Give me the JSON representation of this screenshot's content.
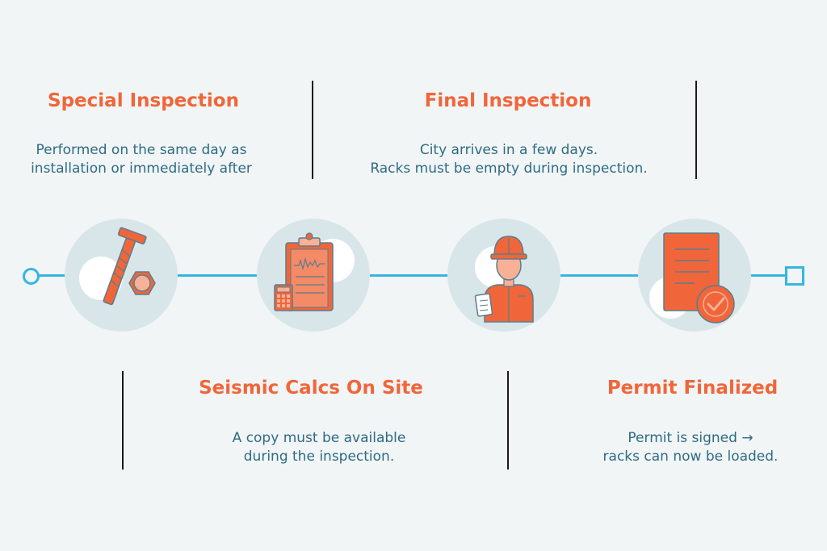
{
  "steps": [
    {
      "title": "Special Inspection",
      "desc_lines": [
        "Performed on the same day as",
        "installation or immediately after"
      ],
      "icon": "anchor-bolt-nut-icon"
    },
    {
      "title": "Seismic Calcs On Site",
      "desc_lines": [
        "A copy must be available",
        "during the inspection."
      ],
      "icon": "clipboard-calculator-icon"
    },
    {
      "title": "Final Inspection",
      "desc_lines": [
        "City arrives in a few days.",
        "Racks must be empty during inspection."
      ],
      "icon": "inspector-worker-icon"
    },
    {
      "title": "Permit Finalized",
      "desc_lines": [
        "Permit is signed →",
        "racks can now be loaded."
      ],
      "icon": "signed-document-check-icon"
    }
  ],
  "colors": {
    "accent": "#f0663a",
    "text": "#2f6b84",
    "timeline": "#36b5e2",
    "circle": "#d8e6ea",
    "background": "#f1f5f6",
    "outline": "#5a7d8c"
  }
}
